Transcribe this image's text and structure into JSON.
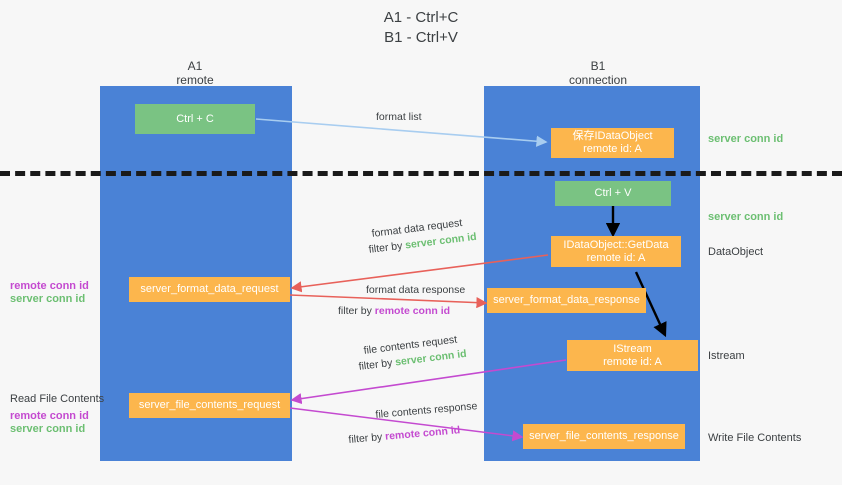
{
  "title": {
    "line1": "A1 - Ctrl+C",
    "line2": "B1 - Ctrl+V"
  },
  "columns": [
    {
      "name": "A1",
      "sub": "remote"
    },
    {
      "name": "B1",
      "sub": "connection"
    }
  ],
  "boxes": {
    "ctrl_c": "Ctrl + C",
    "ctrl_v": "Ctrl + V",
    "save_idataobject": "保存IDataObject\nremote id: A",
    "getdata": "IDataObject::GetData\nremote id: A",
    "istream": "IStream\nremote id: A",
    "format_data_request": "server_format_data_request",
    "format_data_response": "server_format_data_response",
    "file_contents_request": "server_file_contents_request",
    "file_contents_response": "server_file_contents_response"
  },
  "right_labels": {
    "server_conn_id_1": "server conn id",
    "server_conn_id_2": "server conn id",
    "dataobject": "DataObject",
    "istream": "Istream",
    "write_file_contents": "Write File Contents"
  },
  "left_labels": {
    "remote_conn_id_1": "remote conn id",
    "server_conn_id_1": "server conn id",
    "read_file_contents": "Read File Contents",
    "remote_conn_id_2": "remote conn id",
    "server_conn_id_2": "server conn id"
  },
  "arrow_labels": {
    "format_list": "format list",
    "format_data_request": "format data request",
    "format_data_request_filter_prefix": "filter by ",
    "format_data_request_filter_value": "server conn id",
    "format_data_response": "format data response",
    "format_data_response_filter_prefix": "filter by ",
    "format_data_response_filter_value": "remote conn id",
    "file_contents_request": "file contents request",
    "file_contents_request_filter_prefix": "filter by ",
    "file_contents_request_filter_value": "server conn id",
    "file_contents_response": "file contents response",
    "file_contents_response_filter_prefix": "filter by ",
    "file_contents_response_filter_value": "remote conn id"
  },
  "colors": {
    "panel": "#4a82d6",
    "green_box": "#7ac383",
    "orange_box": "#fcb64d",
    "green_text": "#6cbf72",
    "purple_text": "#c44ad0",
    "arrow_blue": "#a8cdf0",
    "arrow_red": "#e8615a",
    "arrow_purple": "#c44ad0",
    "arrow_black": "#000000",
    "background": "#f7f7f7"
  }
}
